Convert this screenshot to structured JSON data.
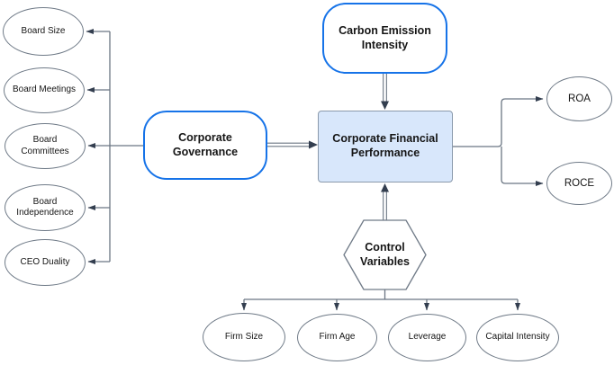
{
  "nodes": {
    "board_size": {
      "label": "Board Size"
    },
    "board_meetings": {
      "label": "Board Meetings"
    },
    "board_committees": {
      "label": "Board Committees"
    },
    "board_independence": {
      "label": "Board Independence"
    },
    "ceo_duality": {
      "label": "CEO Duality"
    },
    "corporate_governance": {
      "label": "Corporate Governance"
    },
    "carbon_emission_intensity": {
      "label": "Carbon Emission Intensity"
    },
    "corporate_financial_performance": {
      "label": "Corporate Financial Performance"
    },
    "roa": {
      "label": "ROA"
    },
    "roce": {
      "label": "ROCE"
    },
    "control_variables": {
      "label": "Control Variables"
    },
    "firm_size": {
      "label": "Firm Size"
    },
    "firm_age": {
      "label": "Firm Age"
    },
    "leverage": {
      "label": "Leverage"
    },
    "capital_intensity": {
      "label": "Capital Intensity"
    }
  },
  "colors": {
    "accent_blue": "#1673e8",
    "highlight_fill": "#d8e7fb",
    "shape_border": "#6f7a87",
    "connector_line": "#6b7683",
    "arrowhead": "#333e4f",
    "text": "#151515"
  }
}
